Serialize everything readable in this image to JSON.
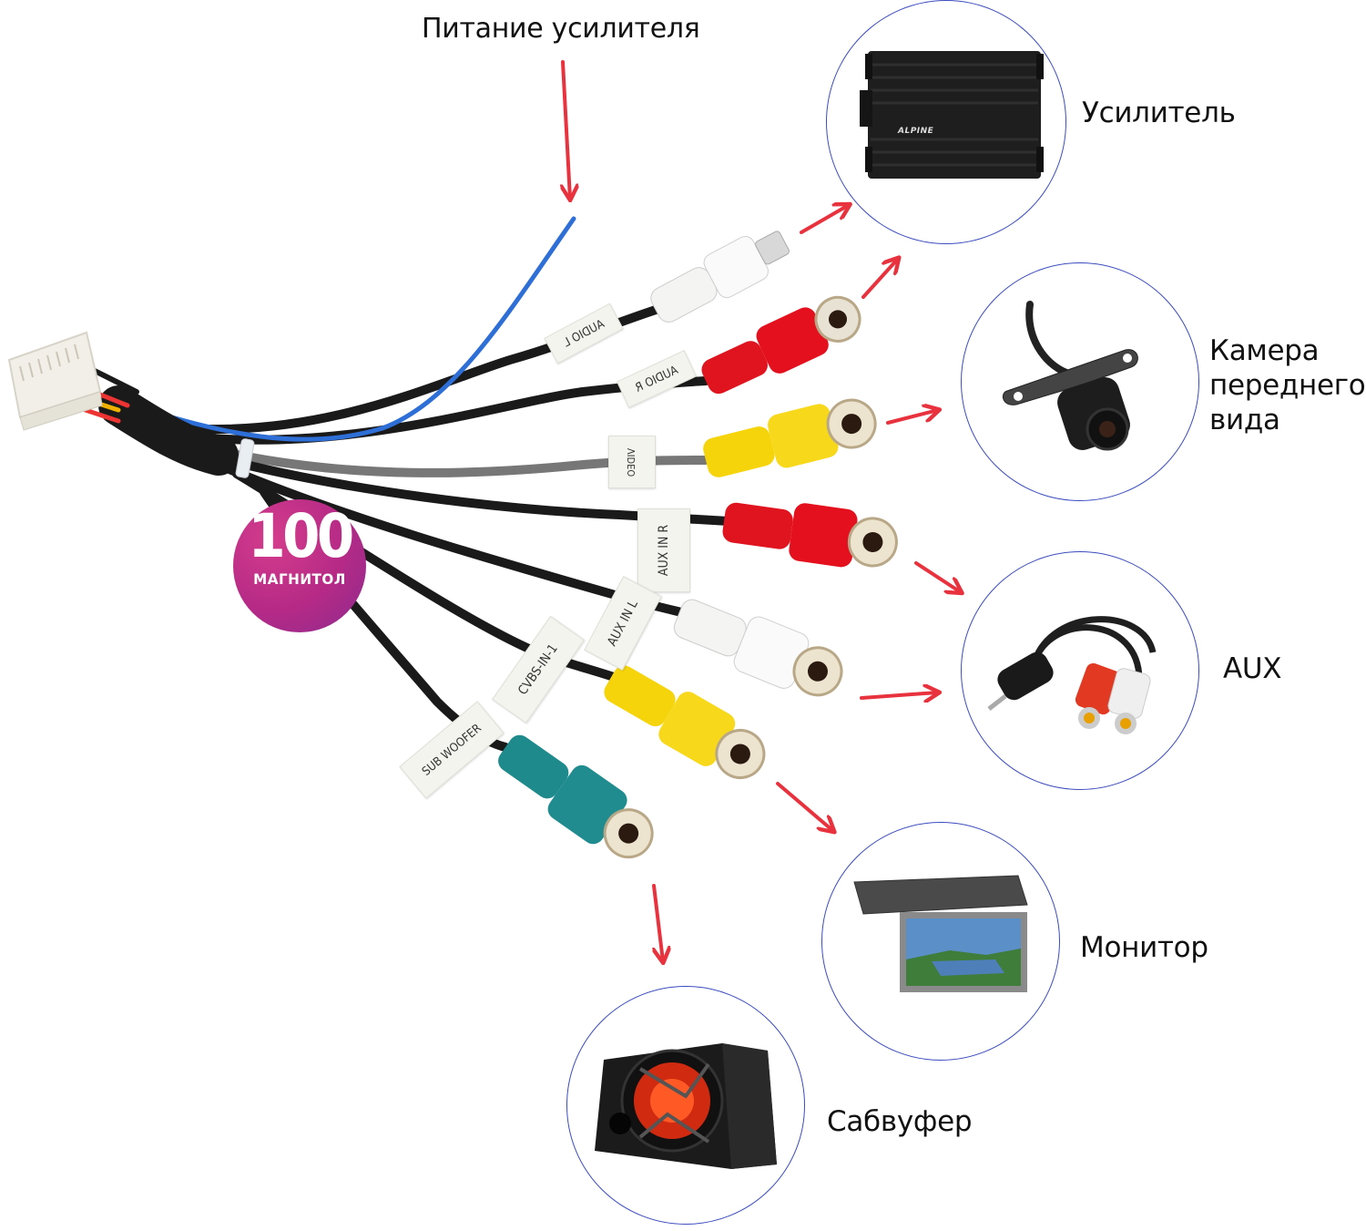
{
  "header": {
    "title": "Питание усилителя"
  },
  "brand": {
    "number": "100",
    "name": "МАГНИТОЛ",
    "color": "#b52a86"
  },
  "colors": {
    "arrow": "#e8333f",
    "circle_border": "#3b4cc0",
    "power_wire": "#2d6fd6"
  },
  "cable_labels": [
    {
      "id": "audio-out-l",
      "text": "AUDIO L"
    },
    {
      "id": "audio-out-r",
      "text": "AUDIO R"
    },
    {
      "id": "video-out",
      "text": "VIDEO"
    },
    {
      "id": "aux-in-r",
      "text": "AUX IN R"
    },
    {
      "id": "aux-in-l",
      "text": "AUX IN L"
    },
    {
      "id": "cvbs-in",
      "text": "CVBS-IN-1"
    },
    {
      "id": "subwoofer",
      "text": "SUB WOOFER"
    }
  ],
  "devices": [
    {
      "id": "amplifier",
      "label": "Усилитель",
      "brand_mark": "ALPINE"
    },
    {
      "id": "front-camera",
      "label_lines": [
        "Камера",
        "переднего",
        "вида"
      ]
    },
    {
      "id": "aux",
      "label": "AUX"
    },
    {
      "id": "monitor",
      "label": "Монитор"
    },
    {
      "id": "subwoofer",
      "label": "Сабвуфер"
    }
  ]
}
